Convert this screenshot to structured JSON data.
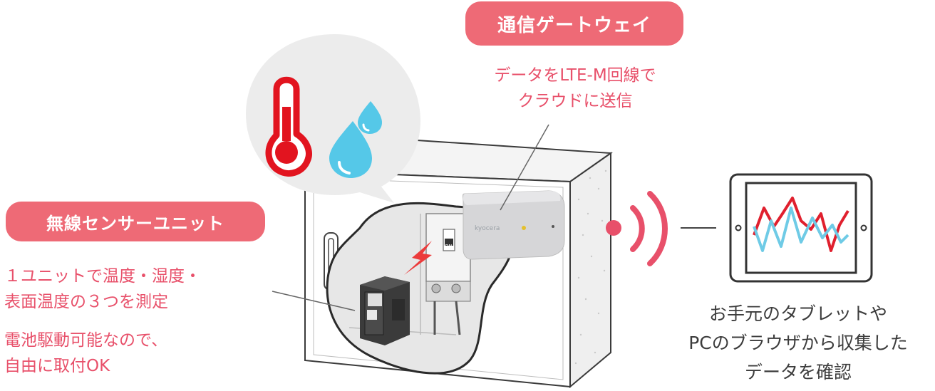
{
  "gateway": {
    "label": "通信ゲートウェイ",
    "desc_lines": [
      "データをLTE-M回線で",
      "クラウドに送信"
    ]
  },
  "sensor": {
    "label": "無線センサーユニット",
    "desc_lines": [
      "１ユニットで温度・湿度・",
      "表面温度の３つを測定"
    ],
    "desc2_lines": [
      "電池駆動可能なので、",
      "自由に取付OK"
    ]
  },
  "tablet": {
    "desc_lines": [
      "お手元のタブレットや",
      "PCのブラウザから収集した",
      "データを確認"
    ]
  },
  "colors": {
    "accent_pink": "#ee6a76",
    "text_red": "#e8506a",
    "thermometer_red": "#e2141f",
    "droplet_blue": "#55c8e8",
    "chart_red": "#e0202e",
    "chart_blue": "#6fcbe6"
  },
  "icons": [
    "thermometer-icon",
    "droplet-icon",
    "lightning-icon",
    "wireless-signal-icon",
    "tablet-icon"
  ]
}
